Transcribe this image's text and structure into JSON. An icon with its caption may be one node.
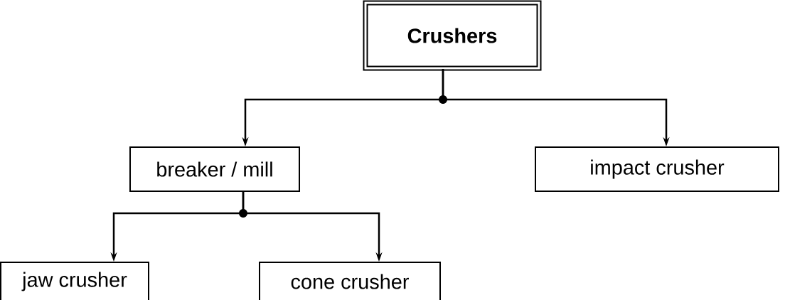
{
  "diagram": {
    "nodes": [
      {
        "text": [
          "Crushers"
        ]
      },
      {
        "text": [
          "breaker / mill"
        ]
      },
      {
        "text": [
          "impact crusher"
        ]
      },
      {
        "text": [
          "jaw crusher"
        ]
      },
      {
        "text": [
          "cone crusher"
        ]
      }
    ],
    "edges": [
      {
        "from": 0,
        "to": 1,
        "arrow": "to"
      },
      {
        "from": 0,
        "to": 2,
        "arrow": "to"
      },
      {
        "from": 1,
        "to": 3,
        "arrow": "to"
      },
      {
        "from": 1,
        "to": 4,
        "arrow": "to"
      }
    ]
  }
}
